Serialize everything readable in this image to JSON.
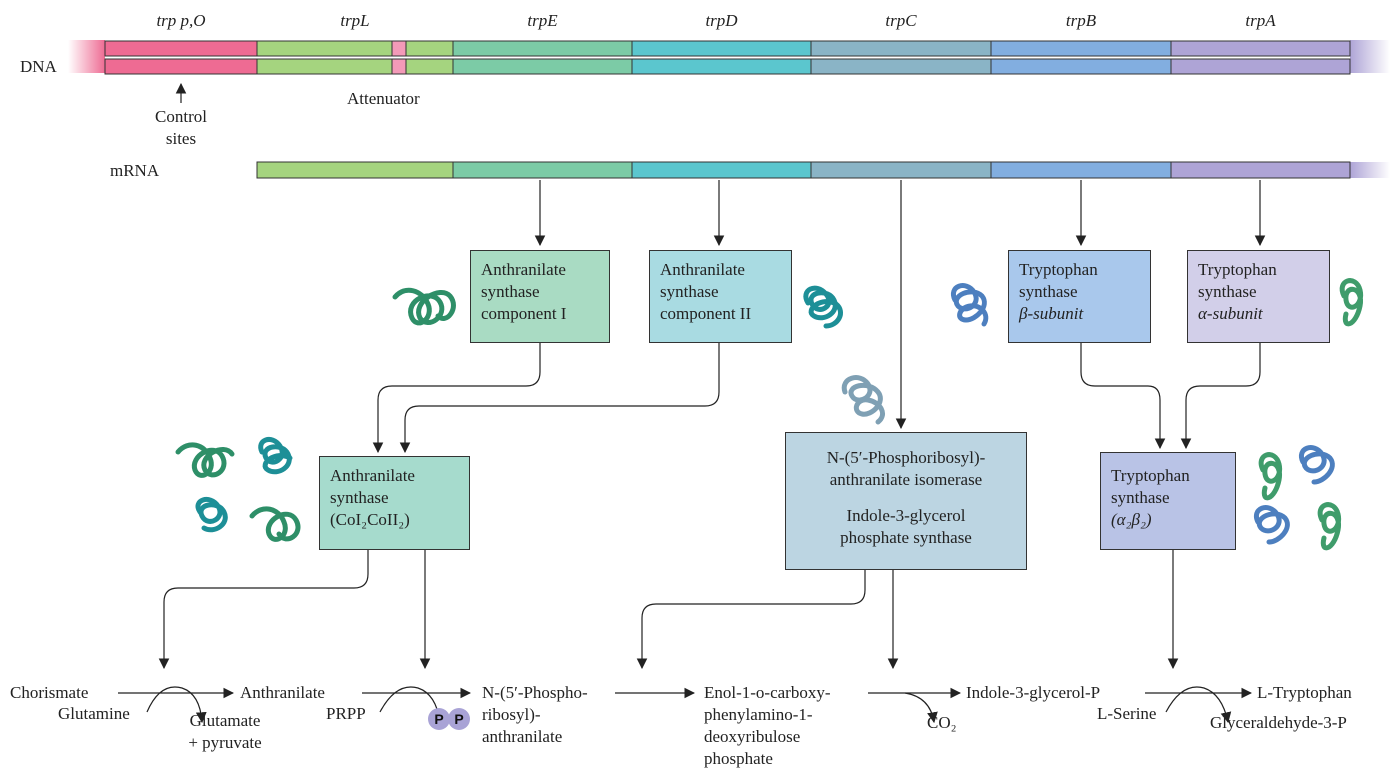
{
  "genes": {
    "trppo": "trp p,O",
    "trpL": "trpL",
    "trpE": "trpE",
    "trpD": "trpD",
    "trpC": "trpC",
    "trpB": "trpB",
    "trpA": "trpA"
  },
  "labels": {
    "dna": "DNA",
    "mrna": "mRNA",
    "control_line1": "Control",
    "control_line2": "sites",
    "attenuator": "Attenuator"
  },
  "proteins": {
    "as1_l1": "Anthranilate",
    "as1_l2": "synthase",
    "as1_l3": "component I",
    "as2_l1": "Anthranilate",
    "as2_l2": "synthase",
    "as2_l3": "component II",
    "tsb_l1": "Tryptophan",
    "tsb_l2": "synthase",
    "tsb_l3": "β-subunit",
    "tsa_l1": "Tryptophan",
    "tsa_l2": "synthase",
    "tsa_l3": "α-subunit",
    "asc_l1": "Anthranilate",
    "asc_l2": "synthase",
    "asc_l3": "(CoI₂CoII₂)",
    "isom_l1": "N-(5′-Phosphoribosyl)-",
    "isom_l2": "anthranilate isomerase",
    "isom_l3": "Indole-3-glycerol",
    "isom_l4": "phosphate synthase",
    "tsc_l1": "Tryptophan",
    "tsc_l2": "synthase",
    "tsc_l3": "(α₂β₂)"
  },
  "pathway": {
    "chorismate": "Chorismate",
    "glutamine": "Glutamine",
    "glutamate_l1": "Glutamate",
    "glutamate_l2": "+ pyruvate",
    "anthranilate": "Anthranilate",
    "prpp": "PRPP",
    "p": "P",
    "npra_l1": "N-(5′-Phospho-",
    "npra_l2": "ribosyl)-",
    "npra_l3": "anthranilate",
    "enol_l1": "Enol-1-o-carboxy-",
    "enol_l2": "phenylamino-1-",
    "enol_l3": "deoxyribulose",
    "enol_l4": "phosphate",
    "co2": "CO₂",
    "igp": "Indole-3-glycerol-P",
    "trp": "L-Tryptophan",
    "serine": "L-Serine",
    "g3p": "Glyceraldehyde-3-P"
  },
  "colors": {
    "trppo": "#ee6b93",
    "trpL": "#a5d47f",
    "trpE": "#7ccba6",
    "trpD": "#5bc6ce",
    "trpC": "#8ab4c6",
    "trpB": "#82aee0",
    "trpA": "#aea4d6",
    "box_as1": "#a9dbc3",
    "box_as2": "#a9dbe2",
    "box_tsb": "#a9c8ec",
    "box_tsa": "#d2cfe9",
    "box_asc": "#a6dbcd",
    "box_isom": "#bcd5e2",
    "box_tsc": "#b9c3e6"
  }
}
